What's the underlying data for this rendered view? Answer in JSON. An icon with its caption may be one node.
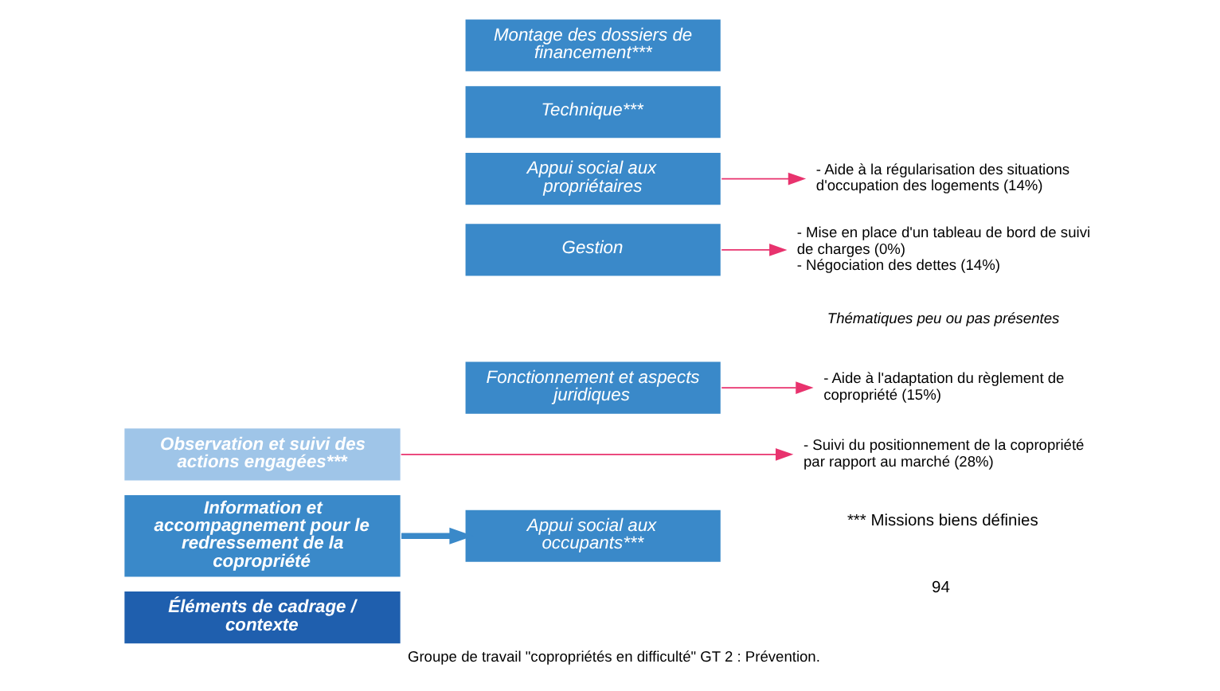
{
  "diagram": {
    "caption": "Groupe de travail \"copropriétés en difficulté\" GT 2 : Prévention.",
    "nodes": [
      {
        "text": [
          "Éléments de cadrage / contexte"
        ]
      },
      {
        "text": [
          "Information et accompagnement pour le redressement de la copropriété"
        ]
      },
      {
        "text": [
          "Observation et suivi des actions engagées***"
        ]
      },
      {
        "text": [
          "Fonctionnement et aspects juridiques"
        ]
      },
      {
        "text": [
          "Gestion"
        ]
      },
      {
        "text": [
          "Appui social aux occupants***"
        ]
      },
      {
        "text": [
          "Appui social aux propriétaires"
        ]
      },
      {
        "text": [
          "Technique***"
        ]
      },
      {
        "text": [
          "Montage des dossiers de financement***"
        ]
      },
      {
        "text": [
          "- Aide à l'adaptation du règlement de copropriété (15%)"
        ]
      },
      {
        "text": [
          "- Mise en place d'un tableau de bord de suivi de charges (0%)",
          "- Négociation des dettes (14%)"
        ]
      },
      {
        "text": [
          "- Aide à la régularisation des situations d'occupation des logements (14%)"
        ]
      },
      {
        "text": [
          "- Suivi du positionnement de la copropriété par rapport au marché (28%)"
        ]
      }
    ],
    "edges": [
      {
        "from": 1,
        "to": 5,
        "arrow": "to",
        "style": "thick",
        "color": "#3a89c9"
      },
      {
        "from": 3,
        "to": 9,
        "arrow": "to"
      },
      {
        "from": 4,
        "to": 10,
        "arrow": "to"
      },
      {
        "from": 6,
        "to": 11,
        "arrow": "to"
      },
      {
        "from": 2,
        "to": 12,
        "arrow": "to"
      }
    ],
    "labels": [
      "Thématiques peu ou pas présentes",
      "*** Missions biens définies",
      "94"
    ]
  }
}
